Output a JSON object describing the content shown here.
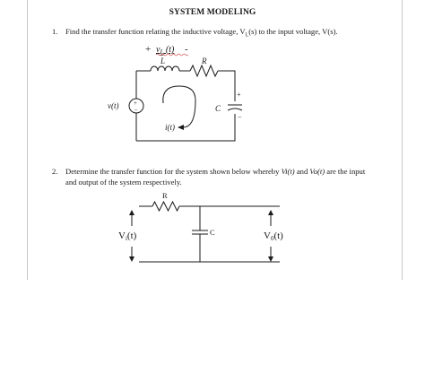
{
  "document": {
    "title": "SYSTEM MODELING"
  },
  "question1": {
    "number": "1.",
    "text_before_sub": "Find the transfer function relating the inductive voltage, V",
    "text_sub": "L",
    "text_after_sub": "(s) to the input voltage, V(s).",
    "figure": {
      "plus_sign": "+",
      "vl_label": "v",
      "vl_sub": "L",
      "vl_arg": " (t)",
      "minus_sign": "-",
      "inductor_label": "L",
      "resistor_label": "R",
      "capacitor_label": "C",
      "cap_plus": "+",
      "cap_minus": "−",
      "source_label": "v(t)",
      "source_plus": "+",
      "source_minus": "−",
      "current_label": "i(t)"
    }
  },
  "question2": {
    "number": "2.",
    "line1_a": "Determine the transfer function for the system shown below whereby ",
    "line1_vi": "Vi(t)",
    "line1_and": " and ",
    "line1_vo": "Vo(t)",
    "line1_b": " are the input",
    "line2": "and output of the system respectively.",
    "figure": {
      "resistor_label": "R",
      "capacitor_label": "C",
      "vin_main": "V",
      "vin_sub": "i",
      "vin_arg": "(t)",
      "vout_main": "V",
      "vout_sub": "0",
      "vout_arg": "(t)"
    }
  }
}
